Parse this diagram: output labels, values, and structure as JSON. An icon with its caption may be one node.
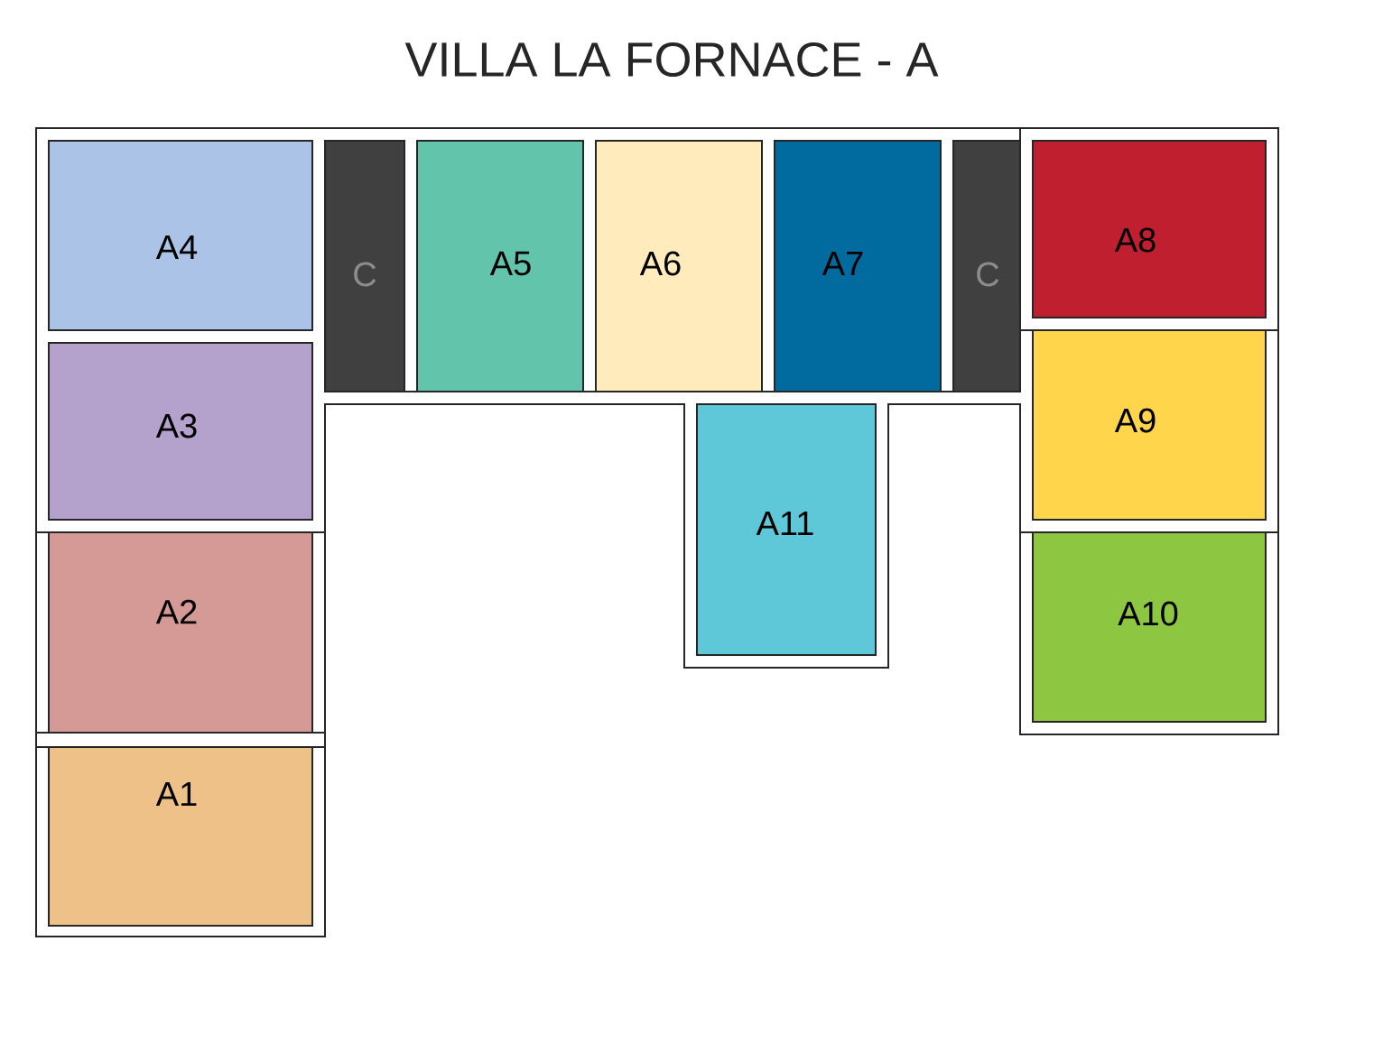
{
  "diagram": {
    "title": "VILLA LA FORNACE - A",
    "nodes": [
      {
        "text": [
          "A4"
        ]
      },
      {
        "text": [
          "C"
        ]
      },
      {
        "text": [
          "A5"
        ]
      },
      {
        "text": [
          "A6"
        ]
      },
      {
        "text": [
          "A7"
        ]
      },
      {
        "text": [
          "C"
        ]
      },
      {
        "text": [
          "A8"
        ]
      },
      {
        "text": [
          "A3"
        ]
      },
      {
        "text": [
          "A9"
        ]
      },
      {
        "text": [
          "A11"
        ]
      },
      {
        "text": [
          "A2"
        ]
      },
      {
        "text": [
          "A10"
        ]
      },
      {
        "text": [
          "A1"
        ]
      }
    ]
  }
}
